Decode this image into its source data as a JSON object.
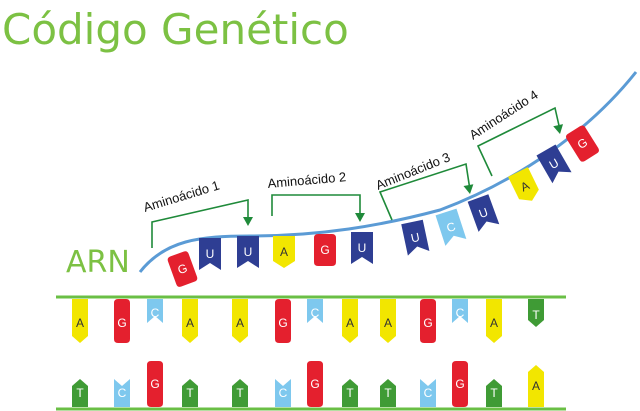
{
  "title": "Código Genético",
  "rna_label": "ARN",
  "colors": {
    "title_green": "#7cc143",
    "strand_green": "#6abf45",
    "rna_backbone": "#5b9bd5",
    "arrow_green": "#1f8a3a",
    "A": "#f2e600",
    "U": "#2e3e93",
    "G": "#e4202e",
    "C": "#7ec8ee",
    "T": "#3f9b35"
  },
  "amino_acids": [
    {
      "label": "Aminoácido 1"
    },
    {
      "label": "Aminoácido 2"
    },
    {
      "label": "Aminoácido 3"
    },
    {
      "label": "Aminoácido 4"
    }
  ],
  "rna_bases": [
    "G",
    "U",
    "U",
    "A",
    "G",
    "U",
    "U",
    "C",
    "U",
    "A",
    "U",
    "G"
  ],
  "dna_top_bases": [
    "A",
    "G",
    "C",
    "A",
    "A",
    "G",
    "C",
    "A",
    "A",
    "G",
    "C",
    "A",
    "T"
  ],
  "dna_bottom_bases": [
    "T",
    "C",
    "G",
    "T",
    "T",
    "C",
    "G",
    "T",
    "T",
    "C",
    "G",
    "T",
    "A"
  ]
}
